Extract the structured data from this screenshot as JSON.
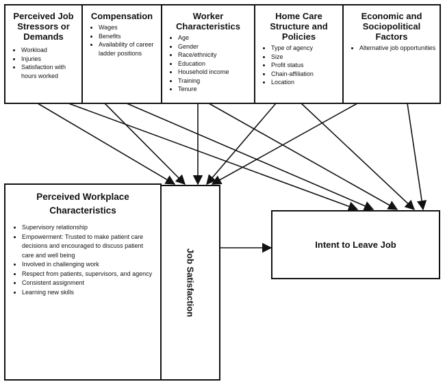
{
  "boxes": {
    "stressors": {
      "title": "Perceived Job Stressors or Demands",
      "items": [
        "Workload",
        "Injuries",
        "Satisfaction with hours worked"
      ]
    },
    "compensation": {
      "title": "Compensation",
      "items": [
        "Wages",
        "Benefits",
        "Availability of career ladder positions"
      ]
    },
    "worker": {
      "title": "Worker Characteristics",
      "items": [
        "Age",
        "Gender",
        "Race/ethnicity",
        "Education",
        "Household income",
        "Training",
        "Tenure"
      ]
    },
    "homecare": {
      "title": "Home Care Structure and Policies",
      "items": [
        "Type of agency",
        "Size",
        "Profit status",
        "Chain-affiliation",
        "Location"
      ]
    },
    "economic": {
      "title": "Economic and Sociopolitical Factors",
      "items": [
        "Alternative job opportunities"
      ]
    },
    "workplace": {
      "title": "Perceived Workplace Characteristics",
      "items": [
        "Supervisory relationship",
        "Empowerment: Trusted to make patient care decisions and encouraged to discuss patient care and well being",
        "Involved in challenging work",
        "Respect from patients, supervisors, and agency",
        "Consistent assignment",
        "Learning new skills"
      ]
    },
    "satisfaction": {
      "title": "Job Satisfaction"
    },
    "intent": {
      "title": "Intent to Leave Job"
    }
  }
}
